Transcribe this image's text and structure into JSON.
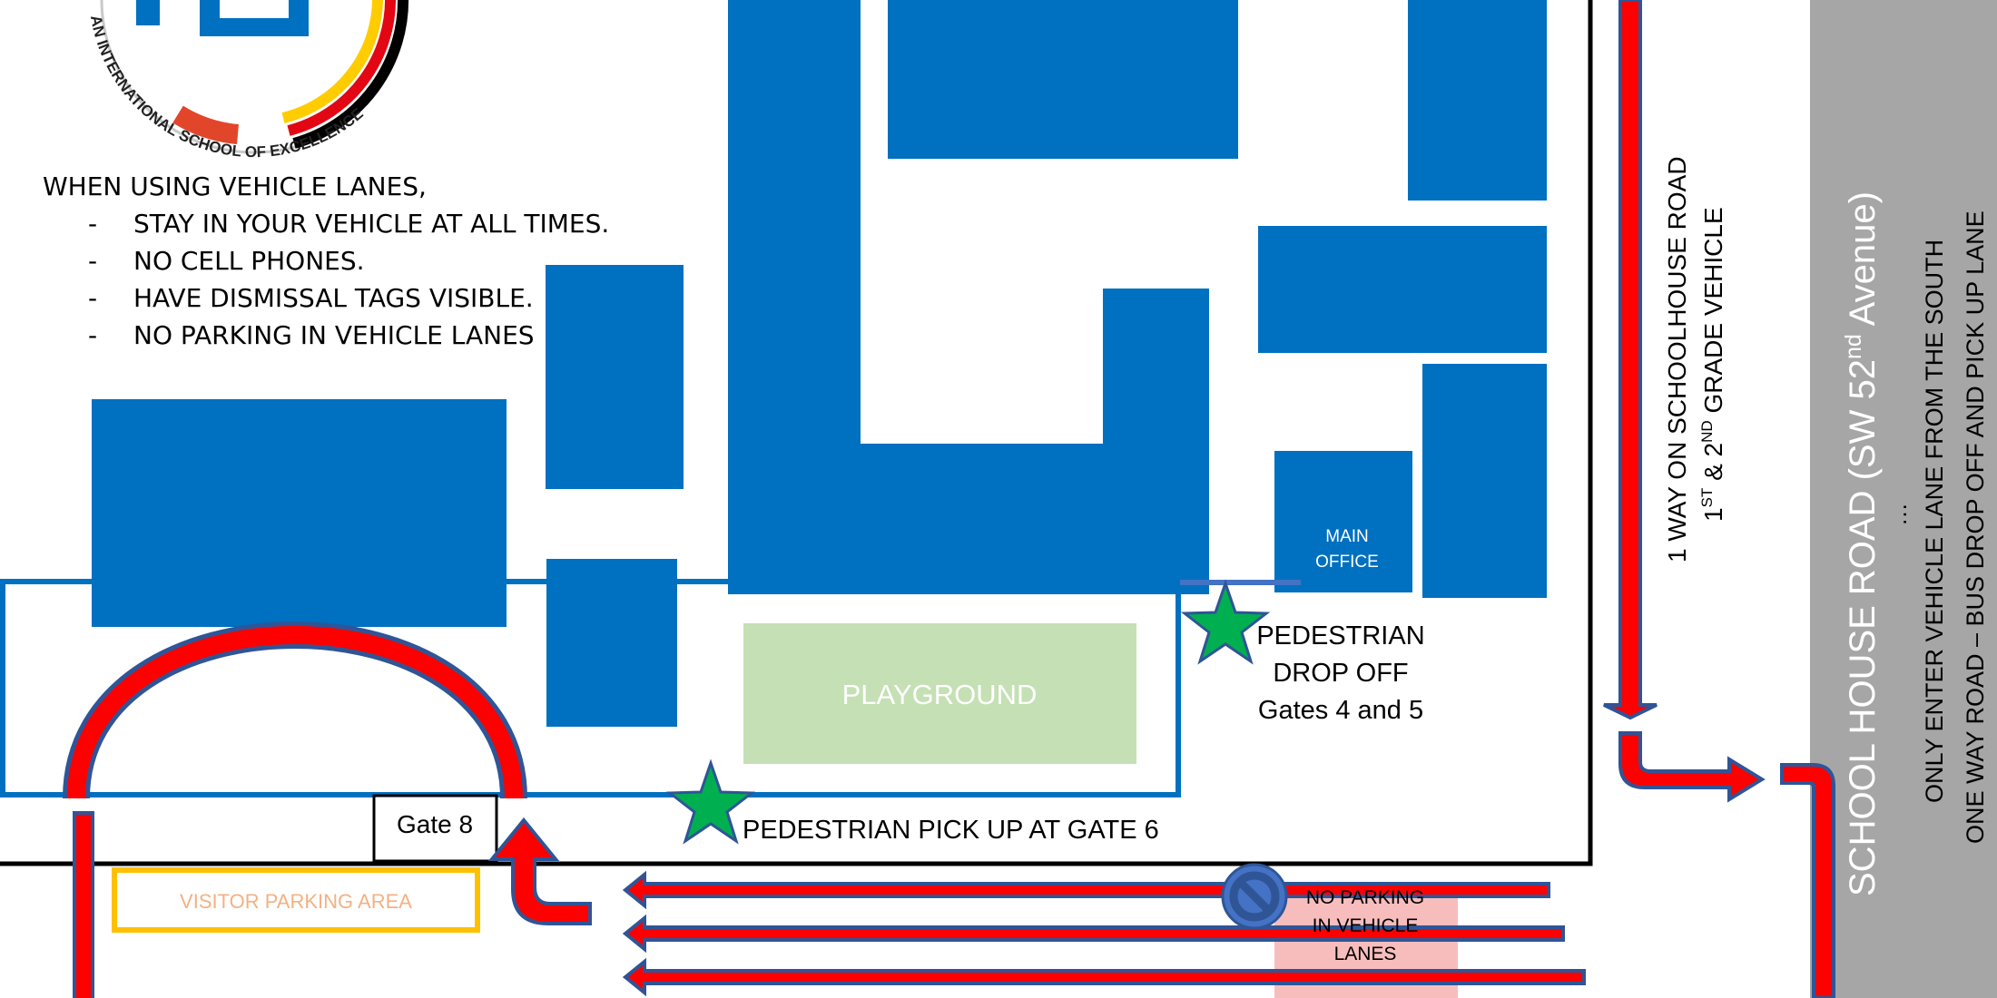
{
  "logo": {
    "initials": "ISL",
    "ring_text": "AN INTERNATIONAL SCHOOL OF EXCELLENCE"
  },
  "rules": {
    "heading": "WHEN USING VEHICLE LANES,",
    "bullet_mark": "-",
    "items": [
      "STAY IN YOUR VEHICLE AT ALL TIMES.",
      "NO CELL PHONES.",
      "HAVE DISMISSAL TAGS VISIBLE.",
      "NO PARKING IN VEHICLE LANES"
    ]
  },
  "labels": {
    "main_office_line1": "MAIN",
    "main_office_line2": "OFFICE",
    "playground": "PLAYGROUND",
    "pedestrian_dropoff_line1": "PEDESTRIAN",
    "pedestrian_dropoff_line2": "DROP OFF",
    "pedestrian_dropoff_line3": "Gates 4 and 5",
    "pedestrian_pickup": "PEDESTRIAN PICK UP AT GATE 6",
    "gate8": "Gate 8",
    "visitor_parking": "VISITOR PARKING AREA",
    "no_parking_line1": "NO PARKING",
    "no_parking_line2": "IN VEHICLE",
    "no_parking_line3": "LANES"
  },
  "one_way_sign": {
    "line1": "1 WAY ON SCHOOLHOUSE ROAD",
    "line2_prefix": "1",
    "line2_sup1": "ST",
    "line2_mid": " & 2",
    "line2_sup2": "ND",
    "line2_suffix": " GRADE VEHICLE"
  },
  "road": {
    "name_prefix": "SCHOOL HOUSE ROAD (SW 52",
    "name_sup": "nd",
    "name_suffix": " Avenue)",
    "ellipsis": "…",
    "note_line1": "ONLY ENTER VEHICLE LANE FROM THE SOUTH",
    "note_line2": "ONE WAY ROAD – BUS DROP OFF AND PICK UP LANE"
  },
  "colors": {
    "building": "#0070c0",
    "playground": "#c5e0b4",
    "lane_red": "#ff0000",
    "lane_outline": "#2f5597",
    "road_gray": "#a6a6a6",
    "star_green": "#00b050",
    "visitor_orange": "#ffc000",
    "visitor_text": "#f4b183",
    "no_parking_zone": "#f4a7a7"
  }
}
